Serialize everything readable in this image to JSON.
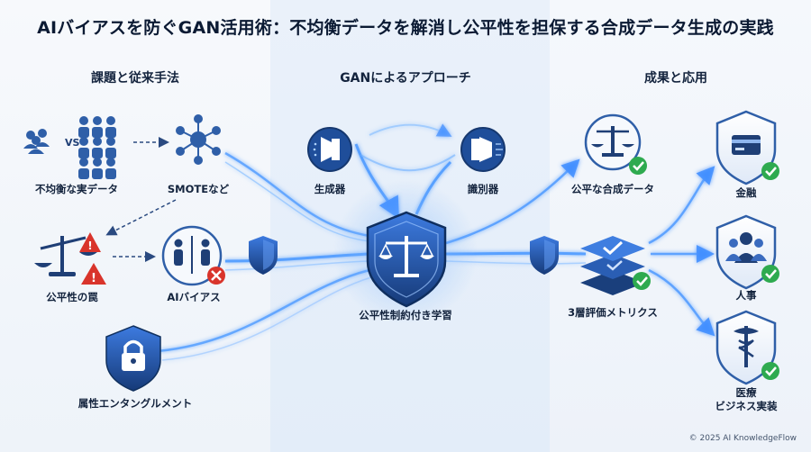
{
  "title": "AIバイアスを防ぐGAN活用術：不均衡データを解消し公平性を担保する合成データ生成の実践",
  "columns": {
    "left": "課題と従来手法",
    "middle": "GANによるアプローチ",
    "right": "成果と応用"
  },
  "left": {
    "imbalanced": "不均衡な実データ",
    "vs": "VS",
    "smote": "SMOTEなど",
    "fairness_trap": "公平性の罠",
    "ai_bias": "AIバイアス",
    "attribute_entangle": "属性エンタングルメント"
  },
  "middle": {
    "generator": "生成器",
    "discriminator": "識別器",
    "constrained": "公平性制約付き学習"
  },
  "right": {
    "fair_data": "公平な合成データ",
    "metrics": "3層評価メトリクス",
    "finance": "金融",
    "hr": "人事",
    "medical_1": "医療",
    "medical_2": "ビジネス実装"
  },
  "footer": "© 2025 AI KnowledgeFlow",
  "colors": {
    "navy": "#1c3f7a",
    "blue": "#2f6fd1",
    "glow": "#5aa8ff",
    "green": "#2eaa4f",
    "red": "#d9342b"
  }
}
